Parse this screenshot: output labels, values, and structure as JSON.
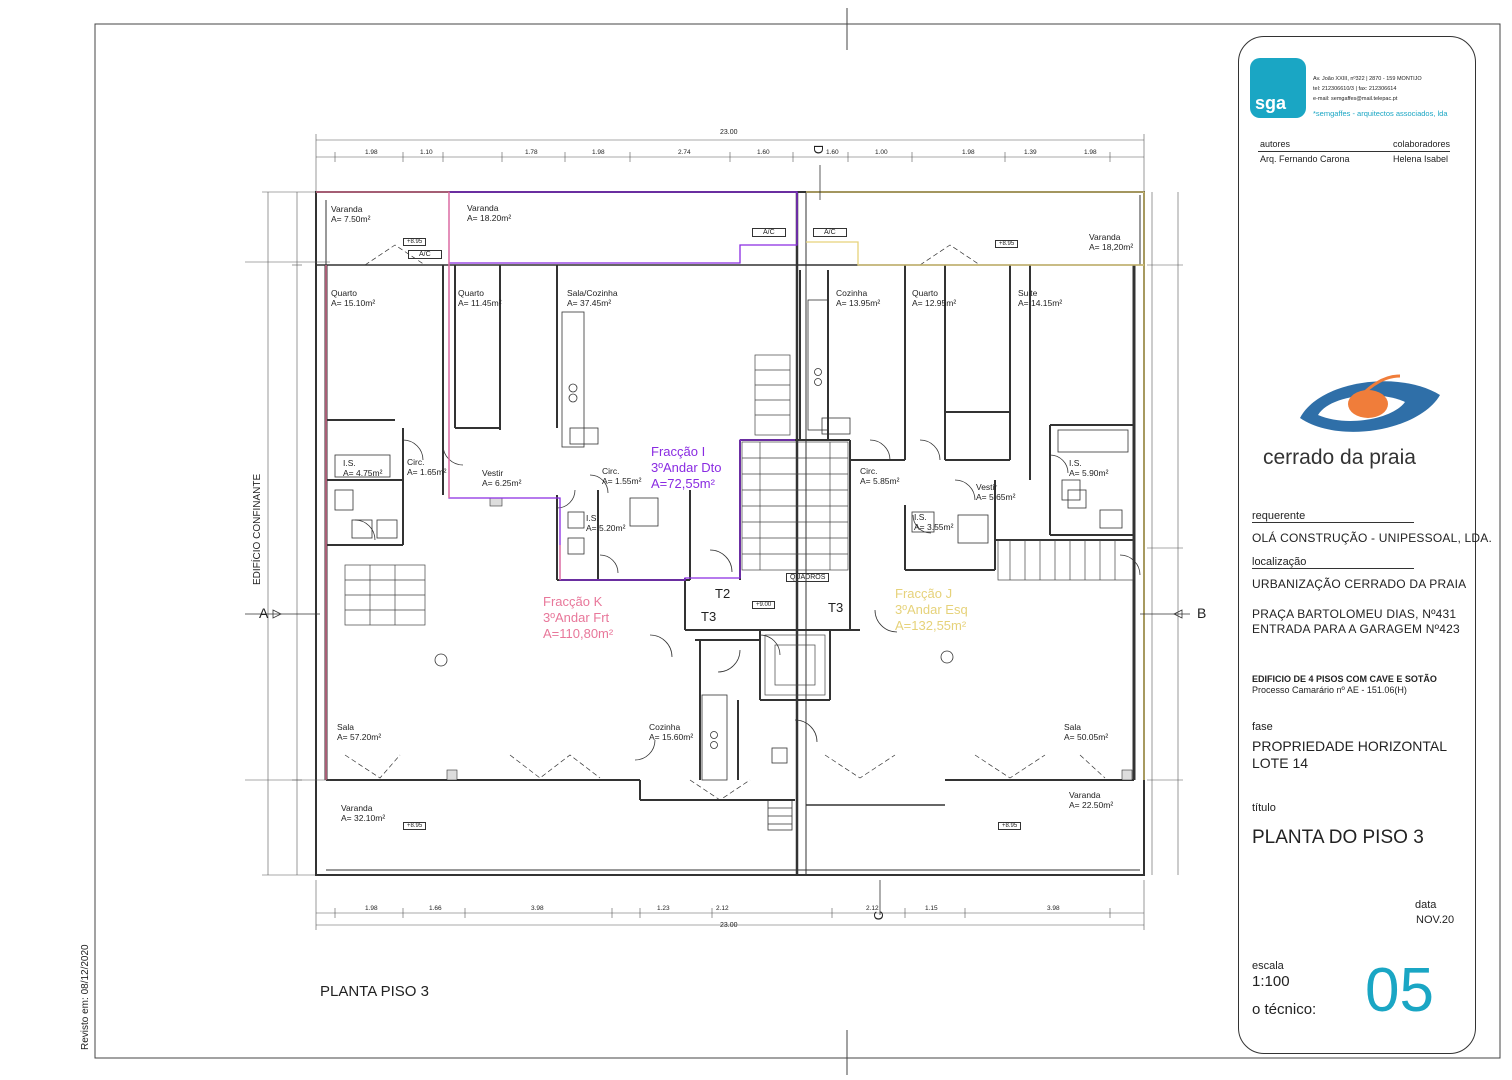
{
  "plan": {
    "caption": "PLANTA PISO 3",
    "revision": "Revisto em: 08/12/2020",
    "confinante": "EDIFÍCIO CONFINANTE",
    "total_dim": "23.00",
    "section_marks": {
      "a": "A",
      "b": "B",
      "c": "C",
      "d": "D"
    },
    "top_dims": [
      "1.98",
      "1.10",
      "1.78",
      "1.98",
      "2.74",
      "1.60",
      "1.60",
      "1.00",
      "1.98",
      "1.39",
      "1.98"
    ],
    "bottom_dims": [
      "1.98",
      "1.66",
      "3.98",
      "1.23",
      "2.12",
      "2.12",
      "1.15",
      "3.98"
    ],
    "fractions": [
      {
        "name": "Fracção I",
        "floor": "3ºAndar Dto",
        "area": "A=72,55m²",
        "color": "#8a2be2"
      },
      {
        "name": "Fracção K",
        "floor": "3ºAndar Frt",
        "area": "A=110,80m²",
        "color": "#e8779a"
      },
      {
        "name": "Fracção J",
        "floor": "3ºAndar Esq",
        "area": "A=132,55m²",
        "color": "#e6d27a"
      }
    ],
    "rooms": [
      {
        "name": "Varanda",
        "area": "A= 7.50m²"
      },
      {
        "name": "Varanda",
        "area": "A= 18.20m²"
      },
      {
        "name": "Varanda",
        "area": "A= 18,20m²"
      },
      {
        "name": "Quarto",
        "area": "A= 15.10m²"
      },
      {
        "name": "Quarto",
        "area": "A= 11.45m²"
      },
      {
        "name": "Sala/Cozinha",
        "area": "A= 37.45m²"
      },
      {
        "name": "Cozinha",
        "area": "A= 13.95m²"
      },
      {
        "name": "Quarto",
        "area": "A= 12.95m²"
      },
      {
        "name": "Suite",
        "area": "A= 14.15m²"
      },
      {
        "name": "I.S.",
        "area": "A= 4.75m²"
      },
      {
        "name": "Circ.",
        "area": "A= 1.65m²"
      },
      {
        "name": "Vestir",
        "area": "A= 6.25m²"
      },
      {
        "name": "Circ.",
        "area": "A= 1.55m²"
      },
      {
        "name": "I.S.",
        "area": "A= 5.20m²"
      },
      {
        "name": "Circ.",
        "area": "A= 5.85m²"
      },
      {
        "name": "Vestir",
        "area": "A= 5.65m²"
      },
      {
        "name": "I.S.",
        "area": "A= 5.90m²"
      },
      {
        "name": "I.S.",
        "area": "A= 3.55m²"
      },
      {
        "name": "Sala",
        "area": "A= 57.20m²"
      },
      {
        "name": "Cozinha",
        "area": "A= 15.60m²"
      },
      {
        "name": "Sala",
        "area": "A= 50.05m²"
      },
      {
        "name": "Varanda",
        "area": "A= 32.10m²"
      },
      {
        "name": "Varanda",
        "area": "A= 22.50m²"
      }
    ],
    "labels": {
      "t2": "T2",
      "t3a": "T3",
      "t3b": "T3",
      "quadros": "QUADROS",
      "ac": "A/C",
      "level": "+8.95",
      "level_stair": "+9.00"
    }
  },
  "titleblock": {
    "logo_text": "sga",
    "office_address": "Av. João XXIII, nº322 | 2870 - 159 MONTIJO",
    "office_phone": "tel: 212306610/3 | fax: 212306614",
    "office_email": "e-mail: semgaffes@mail.telepac.pt",
    "office_name": "*semgaffes - arquitectos associados, lda",
    "autores_label": "autores",
    "autores_value": "Arq. Fernando Carona",
    "colaboradores_label": "colaboradores",
    "colaboradores_value": "Helena Isabel",
    "brand": "cerrado da praia",
    "requerente_label": "requerente",
    "requerente_value": "OLÁ CONSTRUÇÃO - UNIPESSOAL, LDA.",
    "localizacao_label": "localização",
    "localizacao_1": "URBANIZAÇÃO CERRADO DA PRAIA",
    "localizacao_2": "PRAÇA BARTOLOMEU DIAS, Nº431",
    "localizacao_3": "ENTRADA PARA A GARAGEM Nº423",
    "edificio": "EDIFICIO DE 4 PISOS COM CAVE E SOTÃO",
    "processo": "Processo Camarário nº AE - 151.06(H)",
    "fase_label": "fase",
    "fase_1": "PROPRIEDADE HORIZONTAL",
    "fase_2": "LOTE 14",
    "titulo_label": "título",
    "titulo_value": "PLANTA DO PISO 3",
    "data_label": "data",
    "data_value": "NOV.20",
    "escala_label": "escala",
    "escala_value": "1:100",
    "tecnico_label": "o técnico:",
    "sheet_number": "05",
    "colors": {
      "accent": "#1aa6c4",
      "brand_blue": "#2f6fa8",
      "brand_orange": "#f07d3a"
    }
  }
}
